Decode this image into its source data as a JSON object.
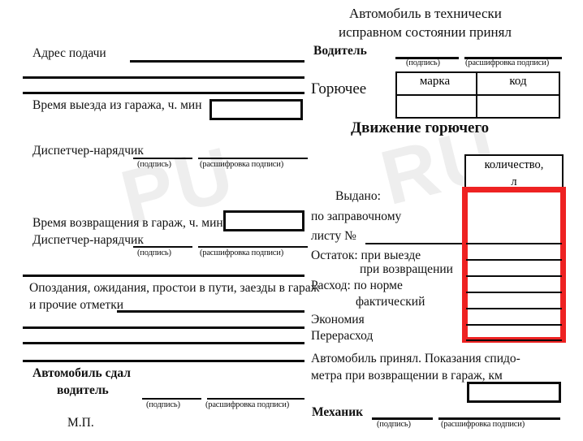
{
  "document": {
    "type": "waybill-form",
    "language": "ru"
  },
  "watermark": {
    "text_1": "PU",
    "text_2": "RU"
  },
  "left_column": {
    "address_label": "Адрес подачи",
    "departure_time_label": "Время выезда из гаража, ч. мин",
    "dispatcher_label_1": "Диспетчер-нарядчик",
    "signature_caption": "(подпись)",
    "signature_decode_caption": "(расшифровка подписи)",
    "return_time_label": "Время возвращения в гараж, ч. мин",
    "dispatcher_label_2": "Диспетчер-нарядчик",
    "delays_line_1": "Опоздания, ожидания, простои в пути, заезды в гараж",
    "delays_line_2": "и прочие отметки",
    "handover_label_1": "Автомобиль сдал",
    "handover_label_2": "водитель",
    "stamp_label": "М.П.",
    "departure_time_value": "",
    "return_time_value": ""
  },
  "right_column": {
    "accept_title_line_1": "Автомобиль в технически",
    "accept_title_line_2": "исправном состоянии принял",
    "driver_label": "Водитель",
    "signature_caption": "(подпись)",
    "signature_decode_caption": "(расшифровка подписи)",
    "fuel_label": "Горючее",
    "fuel_table": {
      "headers": [
        "марка",
        "код"
      ],
      "values": [
        "",
        ""
      ]
    },
    "fuel_movement_title": "Движение горючего",
    "quantity_header_line_1": "количество,",
    "quantity_header_line_2": "л",
    "rows": [
      {
        "label": "Выдано:",
        "indent": 30,
        "value": ""
      },
      {
        "label": "по заправочному",
        "indent": 0,
        "value": ""
      },
      {
        "label": "листу №",
        "indent": 0,
        "value": ""
      },
      {
        "label": "Остаток: при выезде",
        "indent": 0,
        "value": ""
      },
      {
        "label": "при возвращении",
        "indent": 60,
        "value": ""
      },
      {
        "label": "Расход: по норме",
        "indent": 0,
        "value": ""
      },
      {
        "label": "фактический",
        "indent": 55,
        "value": ""
      },
      {
        "label": "Экономия",
        "indent": 0,
        "value": ""
      },
      {
        "label": "Перерасход",
        "indent": 0,
        "value": ""
      }
    ],
    "accept_line_1": "Автомобиль принял. Показания спидо-",
    "accept_line_2": "метра при возвращении в гараж, км",
    "odometer_value": "",
    "mechanic_label": "Механик",
    "mechanic_signature_caption": "(подпись)",
    "mechanic_signature_decode_caption": "(расшифровка подписи)"
  },
  "colors": {
    "ink": "#0a0a0a",
    "highlight": "#ee2222",
    "paper": "#ffffff"
  }
}
